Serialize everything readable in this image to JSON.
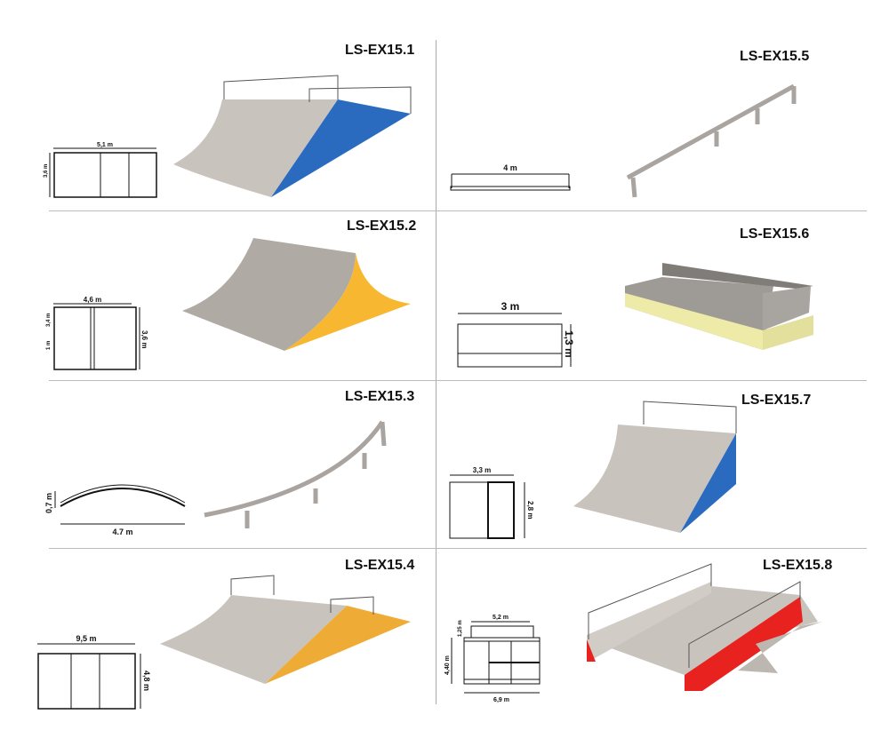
{
  "products": [
    {
      "code": "LS-EX15.1",
      "dims": [
        "5,1 m",
        "3,6 m"
      ],
      "color": "#2a6bc0"
    },
    {
      "code": "LS-EX15.2",
      "dims": [
        "4,6 m",
        "3,4 m",
        "1 m",
        "3,6 m"
      ],
      "color": "#f7b731"
    },
    {
      "code": "LS-EX15.3",
      "dims": [
        "0,7 m",
        "4.7 m"
      ],
      "color": "#b0aaa4"
    },
    {
      "code": "LS-EX15.4",
      "dims": [
        "9,5 m",
        "4,8 m"
      ],
      "color": "#eeab35"
    },
    {
      "code": "LS-EX15.5",
      "dims": [
        "4 m"
      ],
      "color": "#b0aaa4"
    },
    {
      "code": "LS-EX15.6",
      "dims": [
        "3 m",
        "1,3 m"
      ],
      "color": "#eeeaa8"
    },
    {
      "code": "LS-EX15.7",
      "dims": [
        "3,3 m",
        "2,8 m"
      ],
      "color": "#2a6bc0"
    },
    {
      "code": "LS-EX15.8",
      "dims": [
        "5,2 m",
        "1,25 m",
        "4,40 m",
        "6,9 m"
      ],
      "color": "#e8231f"
    }
  ]
}
